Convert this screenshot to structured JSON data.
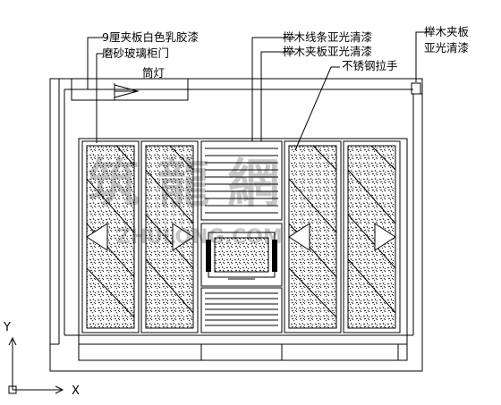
{
  "annotations": {
    "plywood_latex": "9厘夹板白色乳胶漆",
    "frosted_glass_door": "磨砂玻璃柜门",
    "downlight": "筒灯",
    "beech_strip": "榉木线条亚光清漆",
    "beech_plywood": "榉木夹板亚光清漆",
    "steel_handle": "不锈钢拉手",
    "beech_plywood_side_1": "榉木夹板",
    "beech_plywood_side_2": "亚光清漆"
  },
  "axes": {
    "x_label": "X",
    "y_label": "Y"
  },
  "watermark": {
    "main": "筑 龍 網",
    "sub": "ZHULONG.COM"
  }
}
